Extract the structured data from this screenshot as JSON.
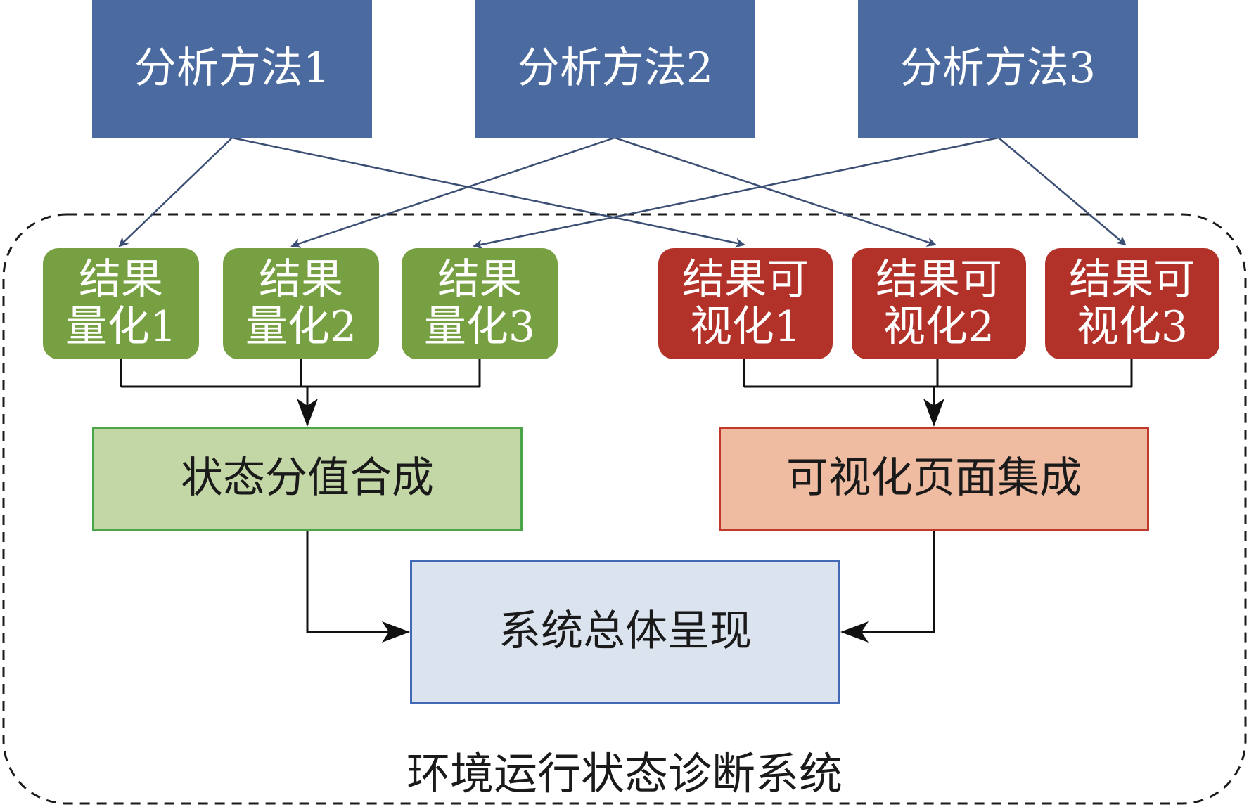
{
  "methods": [
    "分析方法1",
    "分析方法2",
    "分析方法3"
  ],
  "quantify": [
    {
      "line1": "结果",
      "line2": "量化1"
    },
    {
      "line1": "结果",
      "line2": "量化2"
    },
    {
      "line1": "结果",
      "line2": "量化3"
    }
  ],
  "visualize": [
    {
      "line1": "结果可",
      "line2": "视化1"
    },
    {
      "line1": "结果可",
      "line2": "视化2"
    },
    {
      "line1": "结果可",
      "line2": "视化3"
    }
  ],
  "merge_quant": "状态分值合成",
  "merge_vis": "可视化页面集成",
  "overall": "系统总体呈现",
  "system_label": "环境运行状态诊断系统",
  "colors": {
    "method_fill": "#4a6aa0",
    "quant_fill": "#77a043",
    "vis_fill": "#b2322a",
    "merge_quant_fill": "#c3d7a6",
    "merge_vis_fill": "#efbca2",
    "overall_fill": "#dbe3ee",
    "method_arrow": "#3b4e73",
    "flow_line": "#111111"
  }
}
